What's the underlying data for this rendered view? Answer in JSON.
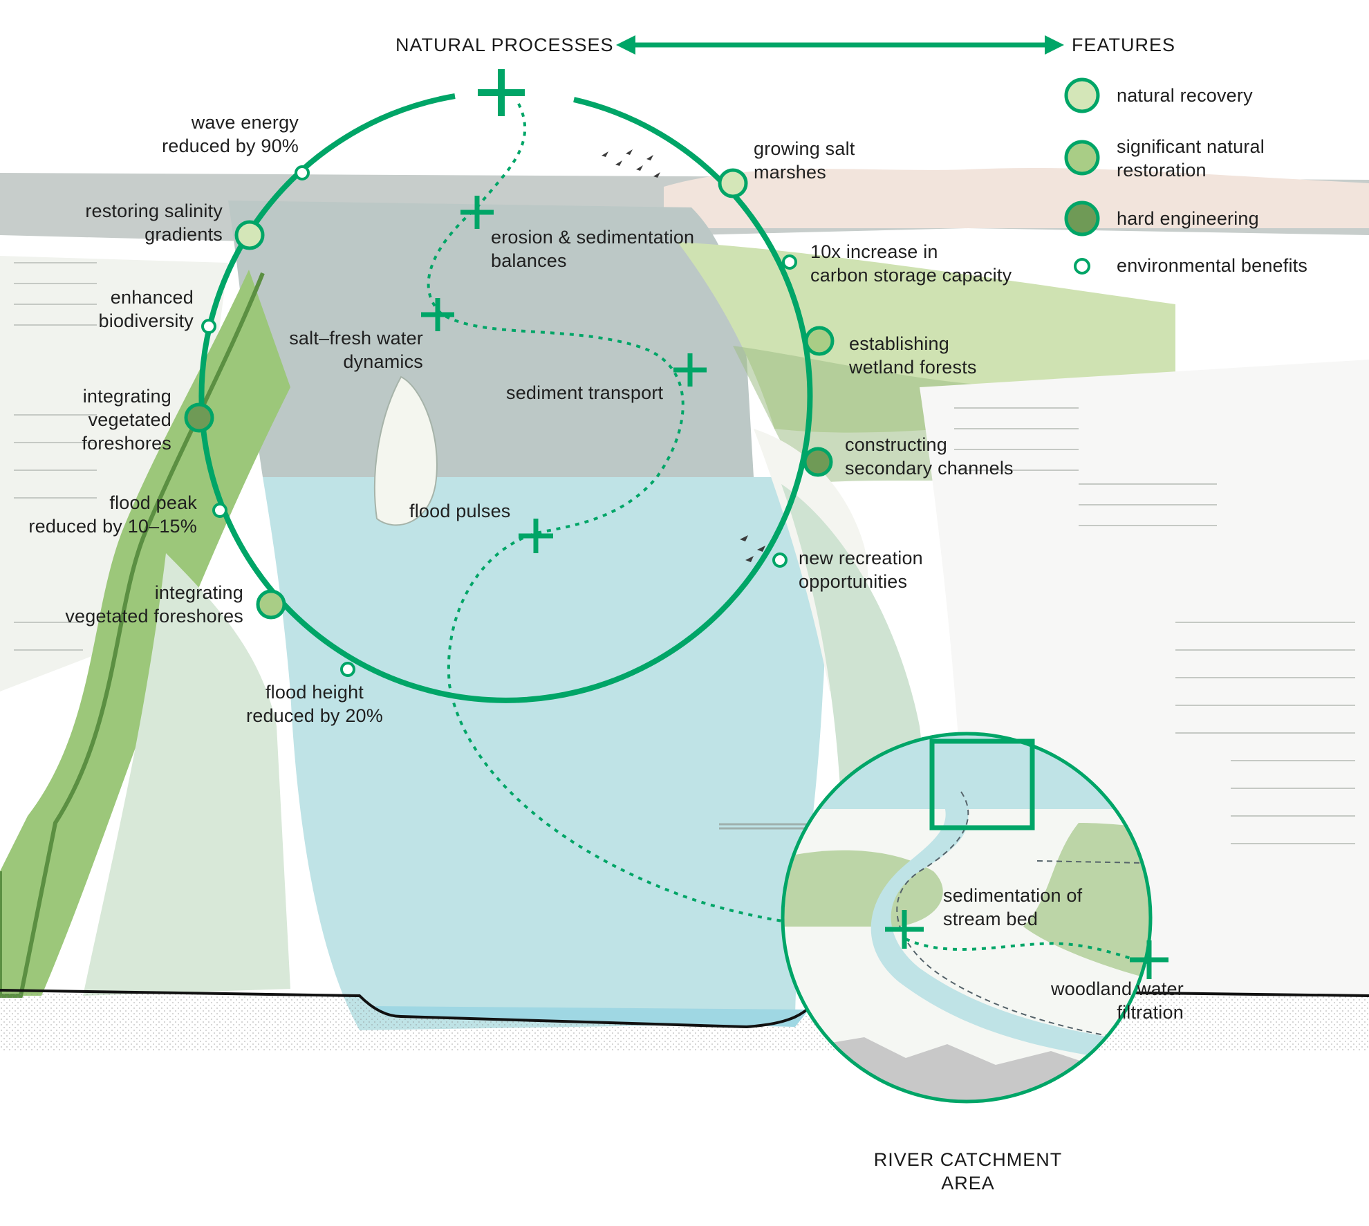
{
  "header": {
    "left_title": "NATURAL PROCESSES",
    "right_title": "FEATURES"
  },
  "legend": [
    {
      "label": "natural recovery",
      "color": "#d4e6b8"
    },
    {
      "label": "significant natural\nrestoration",
      "color": "#a9cd86"
    },
    {
      "label": "hard engineering",
      "color": "#6f9a56"
    },
    {
      "label": "environmental benefits",
      "color": "#ffffff"
    }
  ],
  "natural_processes": [
    "erosion & sedimentation\nbalances",
    "salt–fresh water\ndynamics",
    "sediment transport",
    "flood pulses"
  ],
  "features": [
    "growing salt\nmarshes",
    "restoring salinity\ngradients",
    "integrating\nvegetated\nforeshores",
    "integrating\nvegetated foreshores",
    "establishing\nwetland forests",
    "constructing\nsecondary channels"
  ],
  "benefits": [
    "wave energy\nreduced by 90%",
    "enhanced\nbiodiversity",
    "flood peak\nreduced by 10–15%",
    "flood height\nreduced by 20%",
    "10x increase in\ncarbon storage capacity",
    "new recreation\nopportunities"
  ],
  "inset": {
    "title": "RIVER CATCHMENT\nAREA",
    "processes": [
      "sedimentation of\nstream bed",
      "woodland water\nfiltration"
    ]
  },
  "colors": {
    "accent": "#00a567",
    "water": "#bfe3e6",
    "sky_water": "#c9d3cf"
  }
}
